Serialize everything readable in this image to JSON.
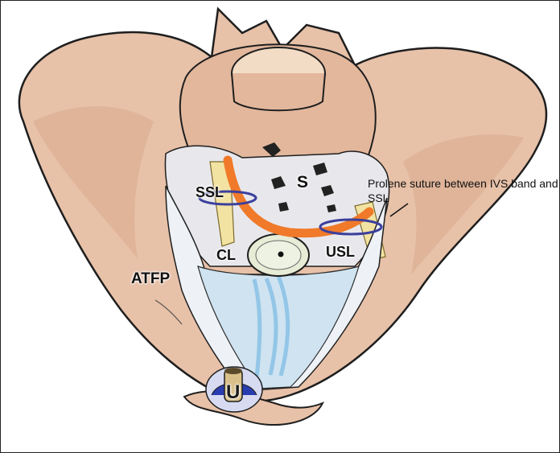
{
  "labels": {
    "ssl": "SSL",
    "s": "S",
    "cl": "CL",
    "usl": "USL",
    "atfp": "ATFP",
    "u": "U",
    "annotation": "Prolene suture between IVS band and SSL"
  },
  "colors": {
    "bone": "#e7c1a8",
    "bone_outline": "#1e1e1e",
    "ligament": "#eef2f7",
    "ivs_band": "#f07a2a",
    "suture_ring": "#3b3f9c",
    "levator": "#cfe3f1",
    "levator_fibers": "#8cc2e6"
  }
}
